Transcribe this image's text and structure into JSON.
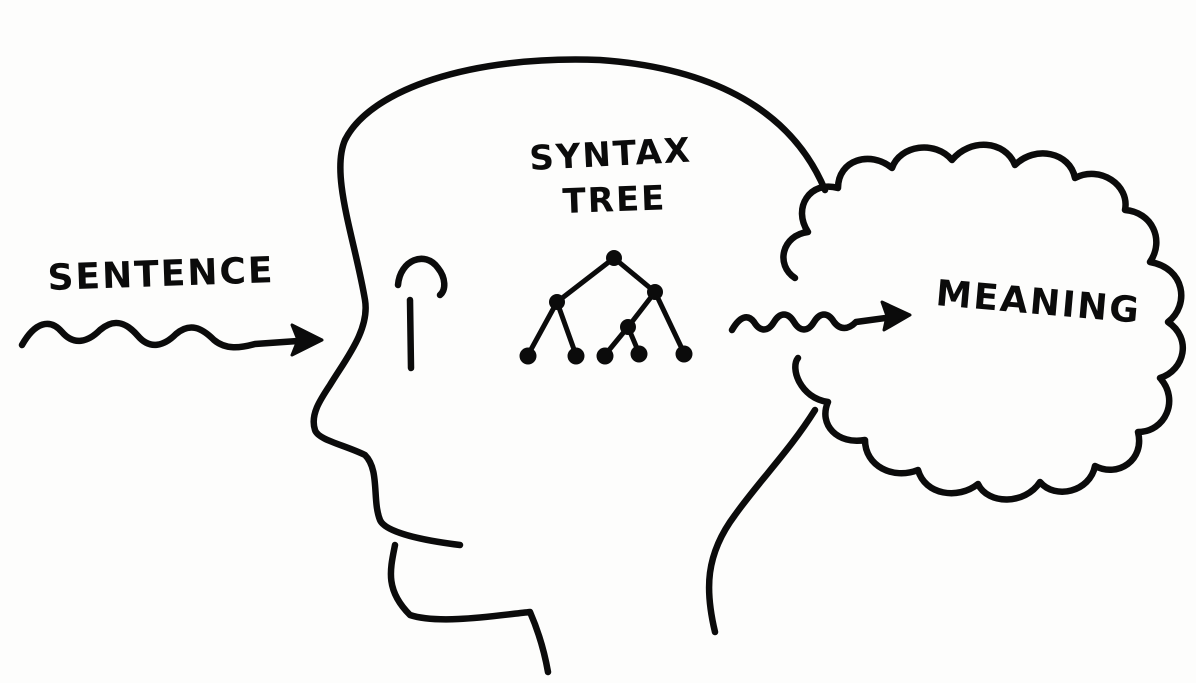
{
  "labels": {
    "input": "SENTENCE",
    "structure_line1": "SYNTAX",
    "structure_line2": "TREE",
    "output": "MEANING"
  },
  "colors": {
    "ink": "#0b0b0b",
    "paper": "#fdfdfc"
  }
}
